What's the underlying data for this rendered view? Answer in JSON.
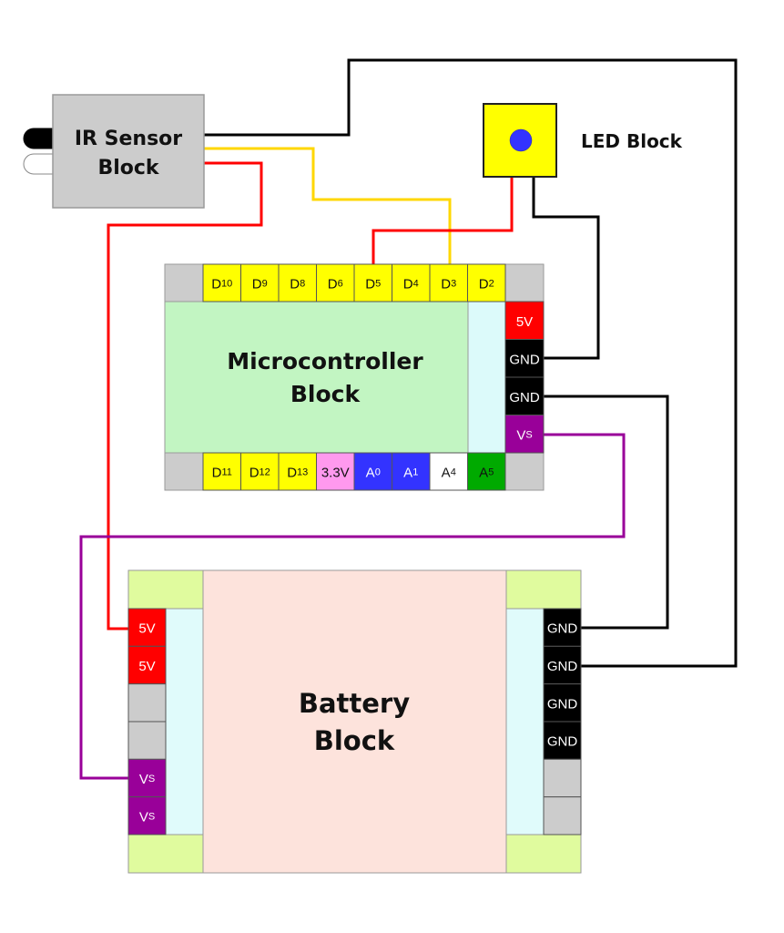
{
  "colors": {
    "wire_black": "#000000",
    "wire_red": "#ff0000",
    "wire_yellow": "#ffd700",
    "wire_purple": "#990099",
    "pin_digital": "#ffff00",
    "pin_5v": "#ff0000",
    "pin_gnd": "#000000",
    "pin_vs": "#990099",
    "pin_3v3": "#ff99ee",
    "pin_analog": "#3333ff",
    "pin_a4": "#ffffff",
    "pin_a5": "#00aa00",
    "pin_empty": "#cccccc",
    "ir_body": "#cccccc",
    "led_body": "#ffff00",
    "led_dot": "#3333ff",
    "mcu_body": "#c2f5c2",
    "mcu_strip": "#dcfafa",
    "battery_body": "#fde3dc",
    "battery_corner": "#e0fb9e",
    "battery_strip": "#e0fbfb"
  },
  "ir_sensor": {
    "title_line1": "IR Sensor",
    "title_line2": "Block"
  },
  "led": {
    "title": "LED Block"
  },
  "microcontroller": {
    "title_line1": "Microcontroller",
    "title_line2": "Block",
    "top_pins": [
      {
        "main": "D",
        "sub": "10",
        "kind": "digital"
      },
      {
        "main": "D",
        "sub": "9",
        "kind": "digital"
      },
      {
        "main": "D",
        "sub": "8",
        "kind": "digital"
      },
      {
        "main": "D",
        "sub": "6",
        "kind": "digital"
      },
      {
        "main": "D",
        "sub": "5",
        "kind": "digital"
      },
      {
        "main": "D",
        "sub": "4",
        "kind": "digital"
      },
      {
        "main": "D",
        "sub": "3",
        "kind": "digital"
      },
      {
        "main": "D",
        "sub": "2",
        "kind": "digital"
      }
    ],
    "bottom_pins": [
      {
        "main": "D",
        "sub": "11",
        "kind": "digital"
      },
      {
        "main": "D",
        "sub": "12",
        "kind": "digital"
      },
      {
        "main": "D",
        "sub": "13",
        "kind": "digital"
      },
      {
        "main": "3.3V",
        "sub": "",
        "kind": "3v3"
      },
      {
        "main": "A",
        "sub": "0",
        "kind": "analog"
      },
      {
        "main": "A",
        "sub": "1",
        "kind": "analog"
      },
      {
        "main": "A",
        "sub": "4",
        "kind": "a4"
      },
      {
        "main": "A",
        "sub": "5",
        "kind": "a5"
      }
    ],
    "right_pins": [
      {
        "main": "5V",
        "sub": "",
        "kind": "5v"
      },
      {
        "main": "GND",
        "sub": "",
        "kind": "gnd"
      },
      {
        "main": "GND",
        "sub": "",
        "kind": "gnd"
      },
      {
        "main": "V",
        "sub": "S",
        "kind": "vs"
      }
    ]
  },
  "battery": {
    "title_line1": "Battery",
    "title_line2": "Block",
    "left_pins": [
      {
        "main": "5V",
        "sub": "",
        "kind": "5v"
      },
      {
        "main": "5V",
        "sub": "",
        "kind": "5v"
      },
      {
        "main": "",
        "sub": "",
        "kind": "empty"
      },
      {
        "main": "",
        "sub": "",
        "kind": "empty"
      },
      {
        "main": "V",
        "sub": "S",
        "kind": "vs"
      },
      {
        "main": "V",
        "sub": "S",
        "kind": "vs"
      }
    ],
    "right_pins": [
      {
        "main": "GND",
        "sub": "",
        "kind": "gnd"
      },
      {
        "main": "GND",
        "sub": "",
        "kind": "gnd"
      },
      {
        "main": "GND",
        "sub": "",
        "kind": "gnd"
      },
      {
        "main": "GND",
        "sub": "",
        "kind": "gnd"
      },
      {
        "main": "",
        "sub": "",
        "kind": "empty"
      },
      {
        "main": "",
        "sub": "",
        "kind": "empty"
      }
    ]
  },
  "wires": [
    {
      "name": "wire-ir-gnd-to-battery-gnd",
      "from": "IR Sensor",
      "to": "Battery GND 2",
      "color": "wire_black"
    },
    {
      "name": "wire-ir-signal-to-d3",
      "from": "IR Sensor",
      "to": "D3",
      "color": "wire_yellow"
    },
    {
      "name": "wire-ir-power-to-battery-5v",
      "from": "IR Sensor",
      "to": "Battery 5V 1",
      "color": "wire_red"
    },
    {
      "name": "wire-led-signal-to-d5",
      "from": "LED",
      "to": "D5",
      "color": "wire_red"
    },
    {
      "name": "wire-led-gnd-to-mcu-gnd",
      "from": "LED",
      "to": "MCU GND 1",
      "color": "wire_black"
    },
    {
      "name": "wire-mcu-gnd-to-battery-gnd",
      "from": "MCU GND 2",
      "to": "Battery GND 1",
      "color": "wire_black"
    },
    {
      "name": "wire-mcu-vs-to-battery-vs",
      "from": "MCU Vs",
      "to": "Battery Vs 1",
      "color": "wire_purple"
    }
  ]
}
